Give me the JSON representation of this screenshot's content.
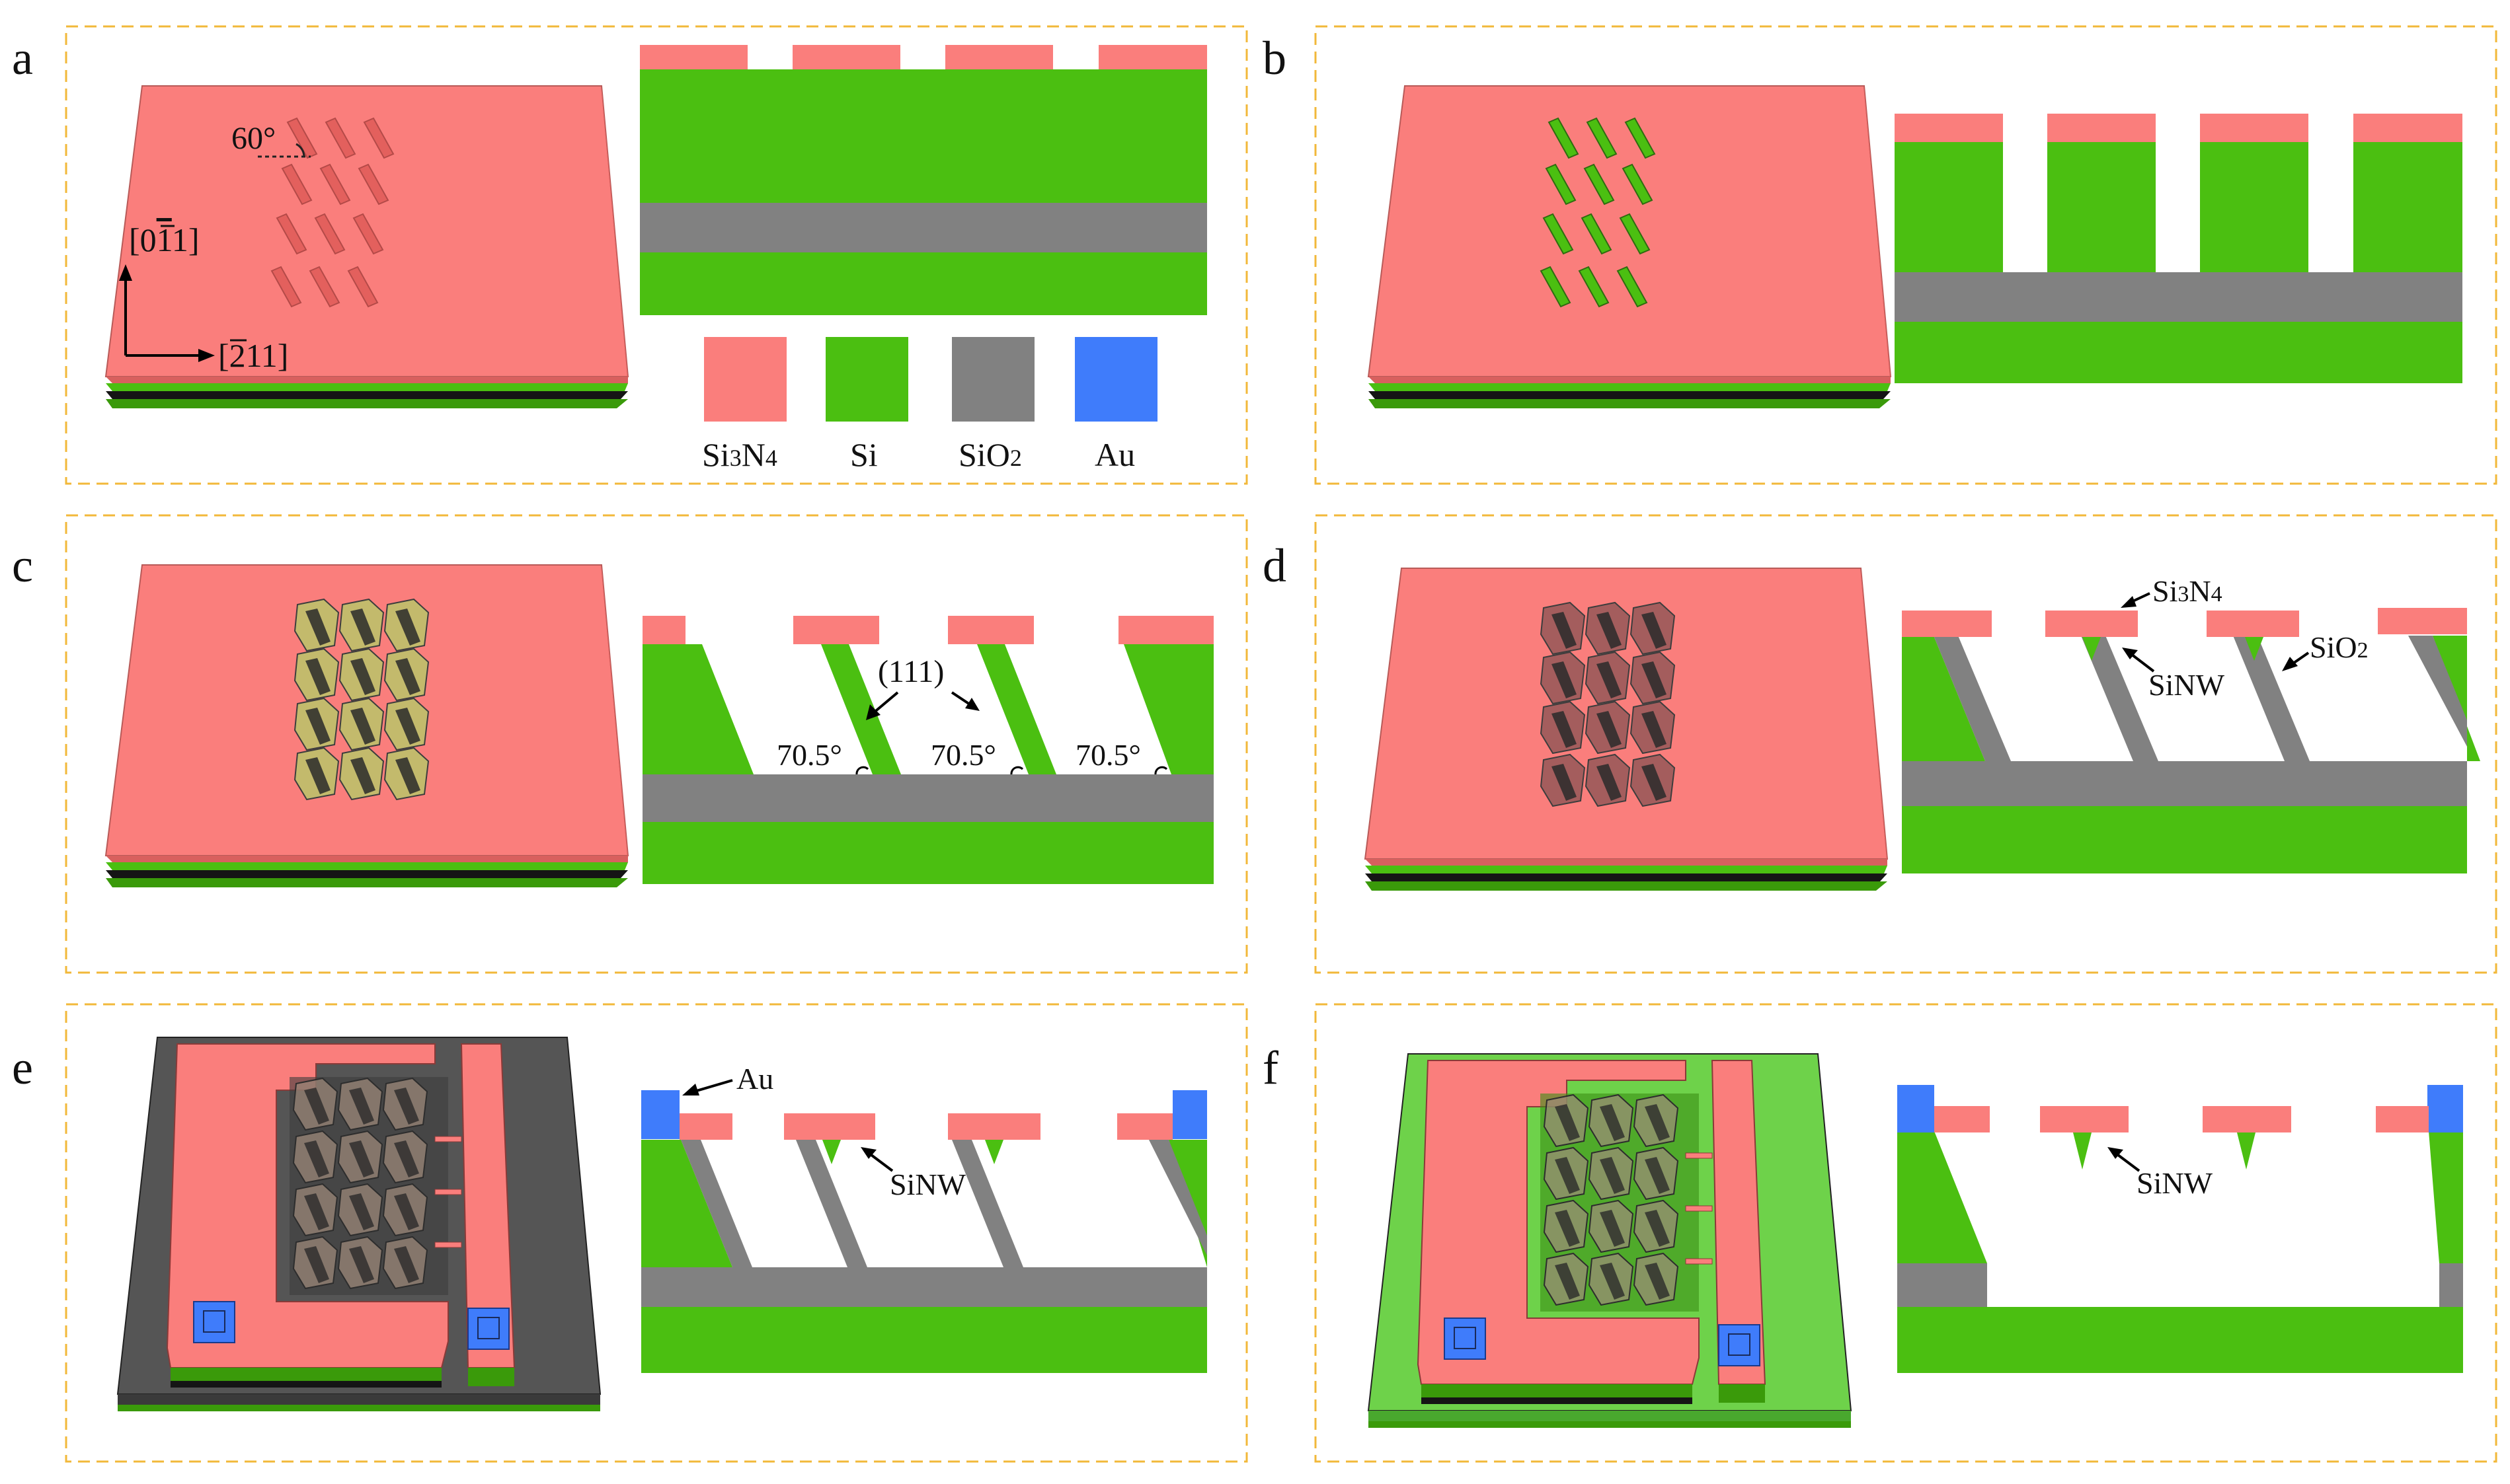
{
  "colors": {
    "si3n4": "#fa7e7c",
    "si3n4_dark": "#d8605e",
    "si": "#4bbf11",
    "si_dark": "#3a9a0a",
    "sio2": "#818181",
    "au": "#3f7cfb",
    "panel_border": "#f2b83a",
    "black": "#151515",
    "substrate_gray": "#5a5a5a",
    "substrate_green": "#6ed24a"
  },
  "panels": [
    {
      "id": "a",
      "label": "a"
    },
    {
      "id": "b",
      "label": "b"
    },
    {
      "id": "c",
      "label": "c"
    },
    {
      "id": "d",
      "label": "d"
    },
    {
      "id": "e",
      "label": "e"
    },
    {
      "id": "f",
      "label": "f"
    }
  ],
  "legend": [
    {
      "name": "Si3N4",
      "text": "Si",
      "sub": "3",
      "text2": "N",
      "sub2": "4",
      "color_key": "si3n4"
    },
    {
      "name": "Si",
      "text": "Si",
      "sub": "",
      "text2": "",
      "sub2": "",
      "color_key": "si"
    },
    {
      "name": "SiO2",
      "text": "SiO",
      "sub": "2",
      "text2": "",
      "sub2": "",
      "color_key": "sio2"
    },
    {
      "name": "Au",
      "text": "Au",
      "sub": "",
      "text2": "",
      "sub2": "",
      "color_key": "au"
    }
  ],
  "annotations": {
    "angle_60": "60°",
    "dir_up_pre": "[0",
    "dir_up_bar": "1",
    "dir_up_post": "1]",
    "dir_right_pre": "[",
    "dir_right_bar": "2",
    "dir_right_post": "11]",
    "plane_111": "(111)",
    "angle_70_5": "70.5°",
    "si3n4_label_main": "Si",
    "si3n4_label_sub": "3",
    "si3n4_label_main2": "N",
    "si3n4_label_sub2": "4",
    "sio2_label_main": "SiO",
    "sio2_label_sub": "2",
    "sinw": "SiNW",
    "au": "Au"
  }
}
